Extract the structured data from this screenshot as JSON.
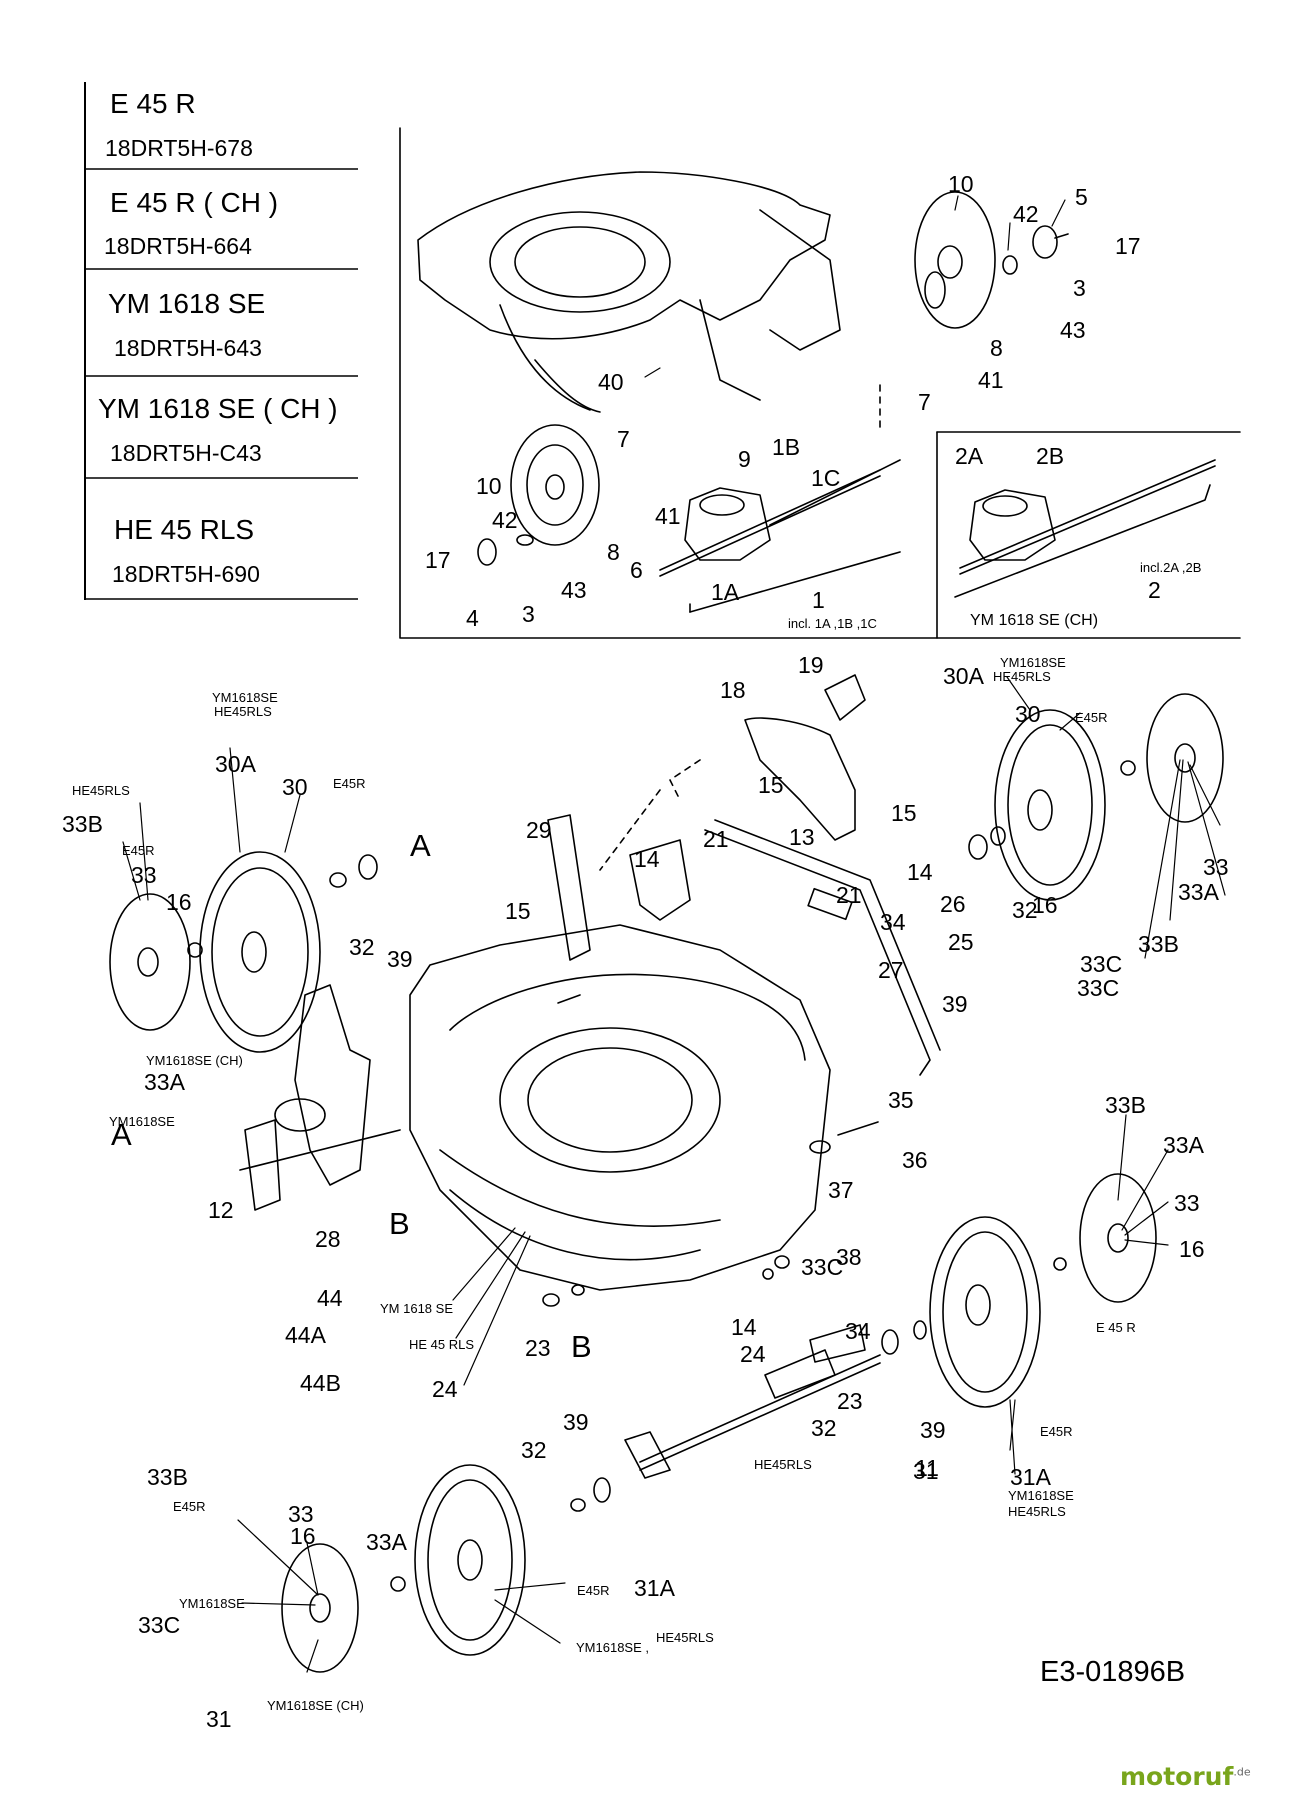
{
  "models": [
    {
      "name": "E 45 R",
      "code": "18DRT5H-678"
    },
    {
      "name": "E 45 R ( CH )",
      "code": "18DRT5H-664"
    },
    {
      "name": "YM 1618 SE",
      "code": "18DRT5H-643"
    },
    {
      "name": "YM 1618 SE ( CH )",
      "code": "18DRT5H-C43"
    },
    {
      "name": "HE 45 RLS",
      "code": "18DRT5H-690"
    }
  ],
  "inset_note": "YM 1618 SE (CH)",
  "diagram_code": "E3-01896B",
  "brand": {
    "name": "motoruf",
    "tld": ".de",
    "color": "#79a51c"
  },
  "callouts": [
    {
      "t": "10",
      "s": "lg"
    },
    {
      "t": "42",
      "s": "lg"
    },
    {
      "t": "5",
      "s": "lg"
    },
    {
      "t": "17",
      "s": "lg"
    },
    {
      "t": "3",
      "s": "lg"
    },
    {
      "t": "43",
      "s": "lg"
    },
    {
      "t": "8",
      "s": "lg"
    },
    {
      "t": "41",
      "s": "lg"
    },
    {
      "t": "7",
      "s": "lg"
    },
    {
      "t": "40",
      "s": "lg"
    },
    {
      "t": "7",
      "s": "lg"
    },
    {
      "t": "1B",
      "s": "lg"
    },
    {
      "t": "9",
      "s": "lg"
    },
    {
      "t": "1C",
      "s": "lg"
    },
    {
      "t": "10",
      "s": "lg"
    },
    {
      "t": "41",
      "s": "lg"
    },
    {
      "t": "42",
      "s": "lg"
    },
    {
      "t": "8",
      "s": "lg"
    },
    {
      "t": "6",
      "s": "lg"
    },
    {
      "t": "17",
      "s": "lg"
    },
    {
      "t": "43",
      "s": "lg"
    },
    {
      "t": "1A",
      "s": "lg"
    },
    {
      "t": "4",
      "s": "lg"
    },
    {
      "t": "3",
      "s": "lg"
    },
    {
      "t": "1",
      "s": "lg"
    },
    {
      "t": "incl. 1A ,1B ,1C",
      "s": "sm"
    },
    {
      "t": "2A",
      "s": "lg"
    },
    {
      "t": "2B",
      "s": "lg"
    },
    {
      "t": "incl.2A ,2B",
      "s": "sm"
    },
    {
      "t": "2",
      "s": "lg"
    },
    {
      "t": "19",
      "s": "lg"
    },
    {
      "t": "18",
      "s": "lg"
    },
    {
      "t": "YM1618SE",
      "s": "sm"
    },
    {
      "t": "HE45RLS",
      "s": "sm"
    },
    {
      "t": "30A",
      "s": "lg"
    },
    {
      "t": "30",
      "s": "lg"
    },
    {
      "t": "E45R",
      "s": "sm"
    },
    {
      "t": "YM1618SE",
      "s": "sm"
    },
    {
      "t": "HE45RLS",
      "s": "sm"
    },
    {
      "t": "30A",
      "s": "lg"
    },
    {
      "t": "30",
      "s": "lg"
    },
    {
      "t": "E45R",
      "s": "sm"
    },
    {
      "t": "HE45RLS",
      "s": "sm"
    },
    {
      "t": "33B",
      "s": "lg"
    },
    {
      "t": "E45R",
      "s": "sm"
    },
    {
      "t": "33",
      "s": "lg"
    },
    {
      "t": "16",
      "s": "lg"
    },
    {
      "t": "32",
      "s": "lg"
    },
    {
      "t": "39",
      "s": "lg"
    },
    {
      "t": "A",
      "s": "xl"
    },
    {
      "t": "29",
      "s": "lg"
    },
    {
      "t": "15",
      "s": "lg"
    },
    {
      "t": "15",
      "s": "lg"
    },
    {
      "t": "15",
      "s": "lg"
    },
    {
      "t": "34",
      "s": "lg"
    },
    {
      "t": "14",
      "s": "lg"
    },
    {
      "t": "21",
      "s": "lg"
    },
    {
      "t": "13",
      "s": "lg"
    },
    {
      "t": "14",
      "s": "lg"
    },
    {
      "t": "21",
      "s": "lg"
    },
    {
      "t": "26",
      "s": "lg"
    },
    {
      "t": "25",
      "s": "lg"
    },
    {
      "t": "27",
      "s": "lg"
    },
    {
      "t": "39",
      "s": "lg"
    },
    {
      "t": "32",
      "s": "lg"
    },
    {
      "t": "16",
      "s": "lg"
    },
    {
      "t": "33",
      "s": "lg"
    },
    {
      "t": "33A",
      "s": "lg"
    },
    {
      "t": "33B",
      "s": "lg"
    },
    {
      "t": "33C",
      "s": "lg"
    },
    {
      "t": "33C",
      "s": "lg"
    },
    {
      "t": "YM1618SE (CH)",
      "s": "sm"
    },
    {
      "t": "33A",
      "s": "lg"
    },
    {
      "t": "YM1618SE",
      "s": "sm"
    },
    {
      "t": "A",
      "s": "xl"
    },
    {
      "t": "12",
      "s": "lg"
    },
    {
      "t": "28",
      "s": "lg"
    },
    {
      "t": "B",
      "s": "xl"
    },
    {
      "t": "35",
      "s": "lg"
    },
    {
      "t": "36",
      "s": "lg"
    },
    {
      "t": "37",
      "s": "lg"
    },
    {
      "t": "38",
      "s": "lg"
    },
    {
      "t": "33C",
      "s": "lg"
    },
    {
      "t": "33B",
      "s": "lg"
    },
    {
      "t": "33A",
      "s": "lg"
    },
    {
      "t": "33",
      "s": "lg"
    },
    {
      "t": "16",
      "s": "lg"
    },
    {
      "t": "E 45 R",
      "s": "sm"
    },
    {
      "t": "44",
      "s": "lg"
    },
    {
      "t": "YM 1618 SE",
      "s": "sm"
    },
    {
      "t": "44A",
      "s": "lg"
    },
    {
      "t": "HE 45 RLS",
      "s": "sm"
    },
    {
      "t": "44B",
      "s": "lg"
    },
    {
      "t": "24",
      "s": "lg"
    },
    {
      "t": "23",
      "s": "lg"
    },
    {
      "t": "B",
      "s": "xl"
    },
    {
      "t": "34",
      "s": "lg"
    },
    {
      "t": "14",
      "s": "lg"
    },
    {
      "t": "24",
      "s": "lg"
    },
    {
      "t": "23",
      "s": "lg"
    },
    {
      "t": "32",
      "s": "lg"
    },
    {
      "t": "39",
      "s": "lg"
    },
    {
      "t": "31",
      "s": "lg"
    },
    {
      "t": "E45R",
      "s": "sm"
    },
    {
      "t": "31A",
      "s": "lg"
    },
    {
      "t": "YM1618SE",
      "s": "sm"
    },
    {
      "t": "HE45RLS",
      "s": "sm"
    },
    {
      "t": "39",
      "s": "lg"
    },
    {
      "t": "32",
      "s": "lg"
    },
    {
      "t": "11",
      "s": "lg"
    },
    {
      "t": "HE45RLS",
      "s": "sm"
    },
    {
      "t": "33B",
      "s": "lg"
    },
    {
      "t": "E45R",
      "s": "sm"
    },
    {
      "t": "33",
      "s": "lg"
    },
    {
      "t": "16",
      "s": "lg"
    },
    {
      "t": "33A",
      "s": "lg"
    },
    {
      "t": "YM1618SE",
      "s": "sm"
    },
    {
      "t": "33C",
      "s": "lg"
    },
    {
      "t": "YM1618SE (CH)",
      "s": "sm"
    },
    {
      "t": "31",
      "s": "lg"
    },
    {
      "t": "E45R",
      "s": "sm"
    },
    {
      "t": "31A",
      "s": "lg"
    },
    {
      "t": "YM1618SE ,",
      "s": "sm"
    },
    {
      "t": "HE45RLS",
      "s": "sm"
    }
  ]
}
